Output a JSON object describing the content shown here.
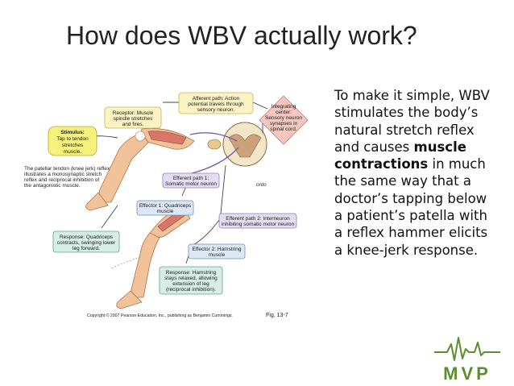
{
  "slide": {
    "title": "How does WBV actually work?",
    "body_before": " To make it simple, WBV stimulates the body’s natural stretch reflex and causes ",
    "body_bold": "muscle contractions",
    "body_after": " in much the same way that a doctor’s tapping below a patient’s patella with a reflex hammer elicits a knee-jerk response."
  },
  "figure": {
    "stimulus": [
      "Stimulus:",
      "Tap to tendon",
      "stretches",
      "muscle."
    ],
    "receptor": [
      "Receptor: Muscle",
      "spindle stretches",
      "and fires."
    ],
    "afferent": [
      "Afferent path: Action",
      "potential travels through",
      "sensory neuron."
    ],
    "integrating": [
      "Integrating",
      "center:",
      "Sensory neuron",
      "synapses in",
      "spinal cord."
    ],
    "caption": [
      "The patellar tendon (knee jerk) reflex",
      "illustrates a monosynaptic stretch",
      "reflex and reciprocal inhibition of",
      "the antagonistic muscle."
    ],
    "efferent1": [
      "Efferent path 1:",
      "Somatic motor neuron"
    ],
    "onto": "onto",
    "effector1": [
      "Effector 1: Quadriceps",
      "muscle"
    ],
    "response1": [
      "Response: Quadriceps",
      "contracts, swinging lower",
      "leg forward."
    ],
    "efferent2": [
      "Efferent path 2: Interneuron",
      "inhibiting somatic motor neuron"
    ],
    "effector2": [
      "Effector 2: Hamstring",
      "muscle"
    ],
    "response2": [
      "Response: Hamstring",
      "stays relaxed, allowing",
      "extension of leg",
      "(reciprocal inhibition)."
    ],
    "copyright": "Copyright © 2007 Pearson Education, Inc., publishing as Benjamin Cummings.",
    "fig_label": "Fig. 13-7"
  },
  "logo": {
    "text": "MVP",
    "brand_color": "#5a8f2e"
  }
}
